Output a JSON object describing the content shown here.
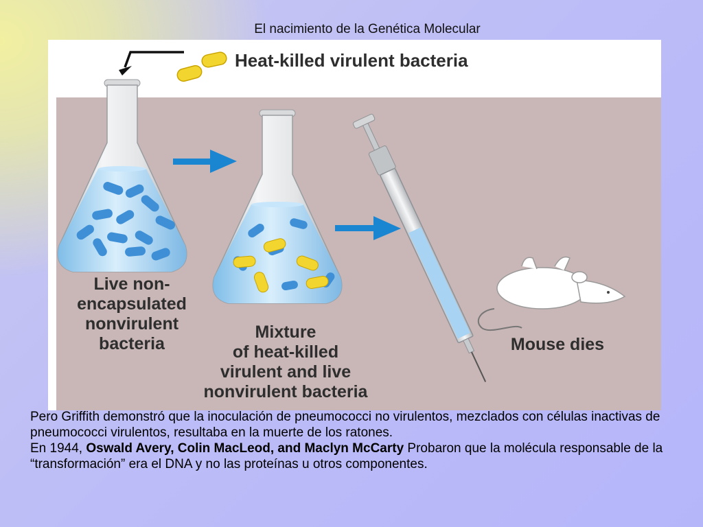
{
  "slide": {
    "title": "El nacimiento de la Genética Molecular"
  },
  "figure": {
    "labels": {
      "heat_killed": "Heat-killed virulent bacteria",
      "live_nonencapsulated": [
        "Live non-",
        "encapsulated",
        "nonvirulent",
        "bacteria"
      ],
      "mixture": [
        "Mixture",
        "of heat-killed",
        "virulent and live",
        "nonvirulent bacteria"
      ],
      "mouse_dies": "Mouse dies"
    },
    "colors": {
      "background_box": "#c9b6b6",
      "arrow_blue": "#1a86d2",
      "bacteria_blue": "#3f8fd6",
      "bacteria_yellow": "#f3d530",
      "liquid_blue": "#a8d3f2"
    }
  },
  "caption": {
    "para1": "Pero Griffith demonstró que la inoculación de pneumococci no virulentos,  mezclados con células inactivas  de  pneumococci virulentos, resultaba en la muerte de los ratones.",
    "para2_prefix": "En 1944, ",
    "para2_bold": "Oswald Avery, Colin MacLeod, and Maclyn McCarty",
    "para2_suffix": " Probaron que la molécula responsable de la “transformación” era el DNA y no las proteínas u otros componentes."
  }
}
